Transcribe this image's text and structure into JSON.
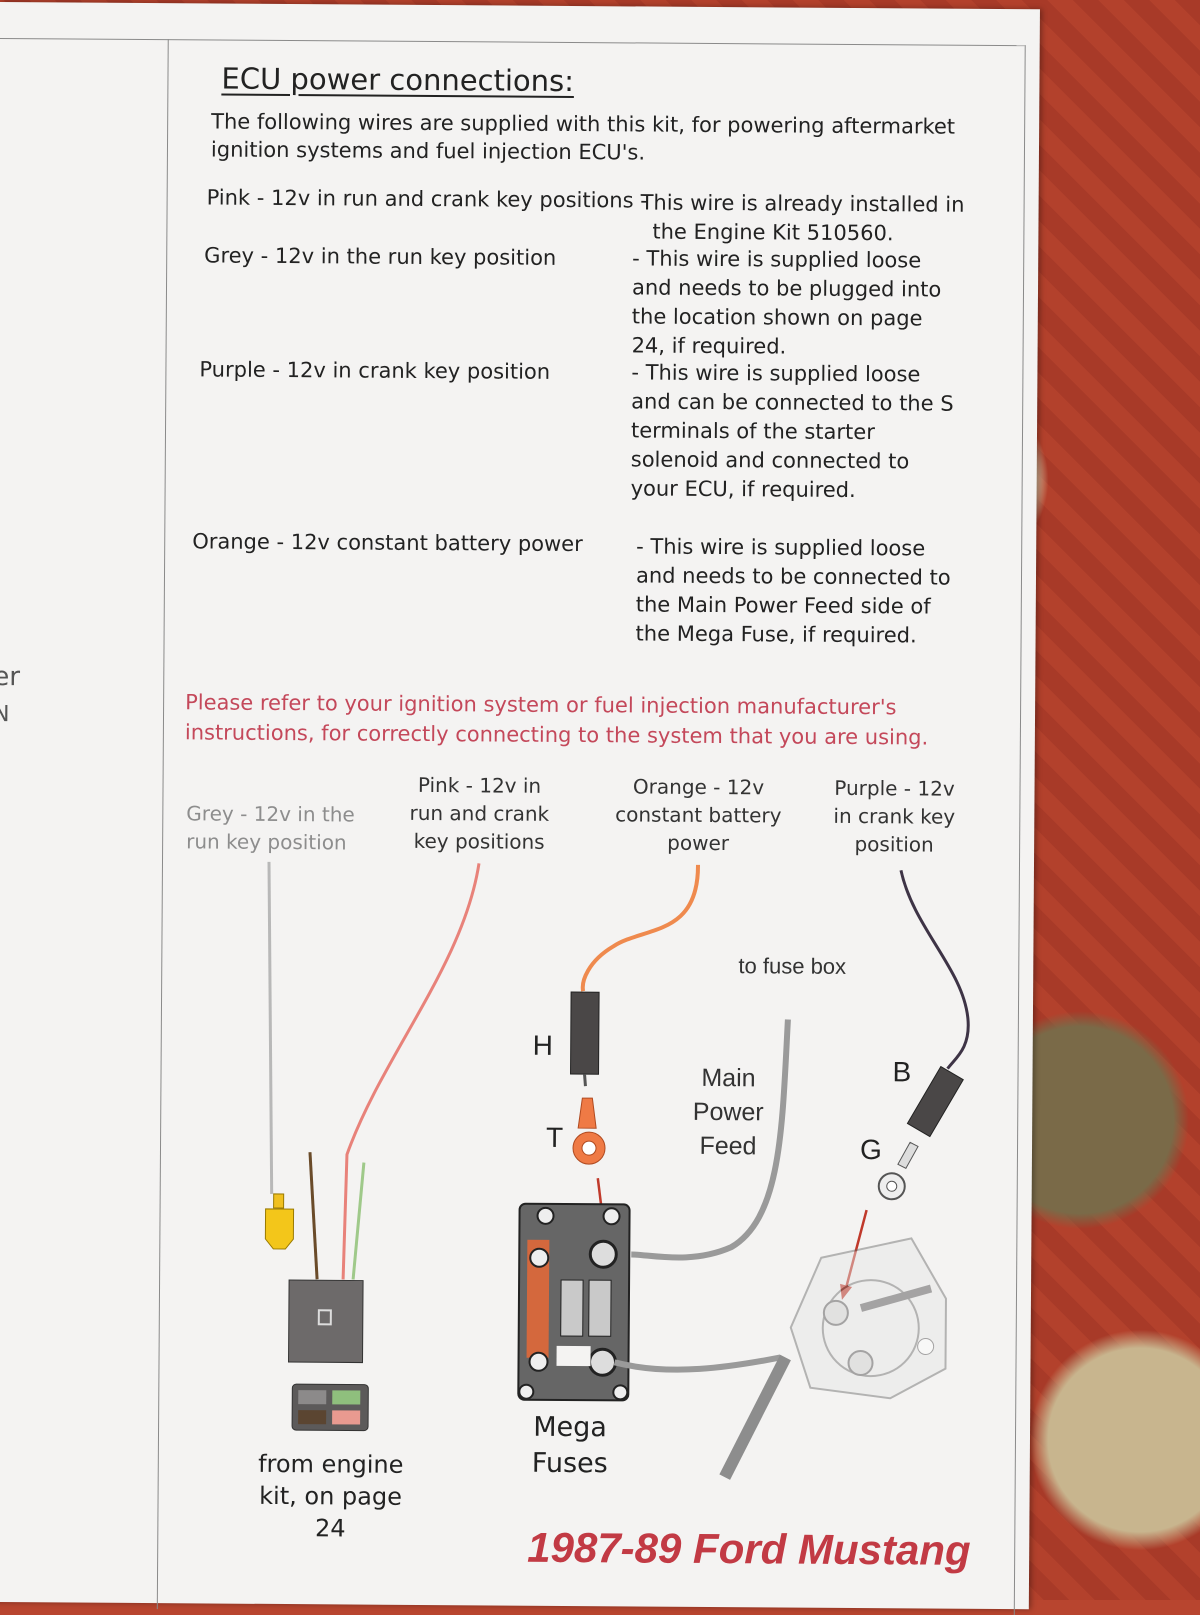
{
  "sidebar_fragment": {
    "line1": "er",
    "line2": "N"
  },
  "heading": "ECU power connections:",
  "intro": "The following wires are supplied with this kit, for powering aftermarket ignition systems and fuel injection ECU's.",
  "wires": [
    {
      "label": "Pink  - 12v in run and crank key positions -",
      "desc": "This wire is already installed in the Engine Kit 510560."
    },
    {
      "label": "Grey - 12v in the run key position",
      "desc": "- This wire is supplied loose and needs to be plugged into the location shown on page 24, if required."
    },
    {
      "label": "Purple - 12v in crank key position",
      "desc": "- This wire is supplied loose and can be connected to the S terminals of the starter solenoid and connected to your ECU, if required."
    },
    {
      "label": "Orange - 12v constant battery power",
      "desc": "- This wire is supplied loose and needs to be connected to the Main Power Feed side of the Mega Fuse, if required."
    }
  ],
  "refer_note": "Please refer to your ignition system or fuel injection manufacturer's instructions, for correctly connecting to the system that you are using.",
  "diagram": {
    "grey_label": "Grey - 12v in the run key position",
    "pink_label": "Pink  - 12v in run and crank key positions",
    "orange_label": "Orange - 12v constant battery power",
    "purple_label": "Purple - 12v in crank key position",
    "to_fuse_box": "to fuse box",
    "main_power_feed": "Main Power Feed",
    "letter_h": "H",
    "letter_t": "T",
    "letter_b": "B",
    "letter_g": "G",
    "mega_fuses": "Mega Fuses",
    "engine_kit_caption": "from engine kit, on page 24"
  },
  "footer_title": "1987-89 Ford Mustang",
  "colors": {
    "pink_wire": "#e8827a",
    "orange_wire": "#ef8a4e",
    "purple_wire": "#3e3446",
    "grey_wire": "#b8b8b8",
    "note_red": "#c4485a",
    "title_red": "#c23a44"
  }
}
